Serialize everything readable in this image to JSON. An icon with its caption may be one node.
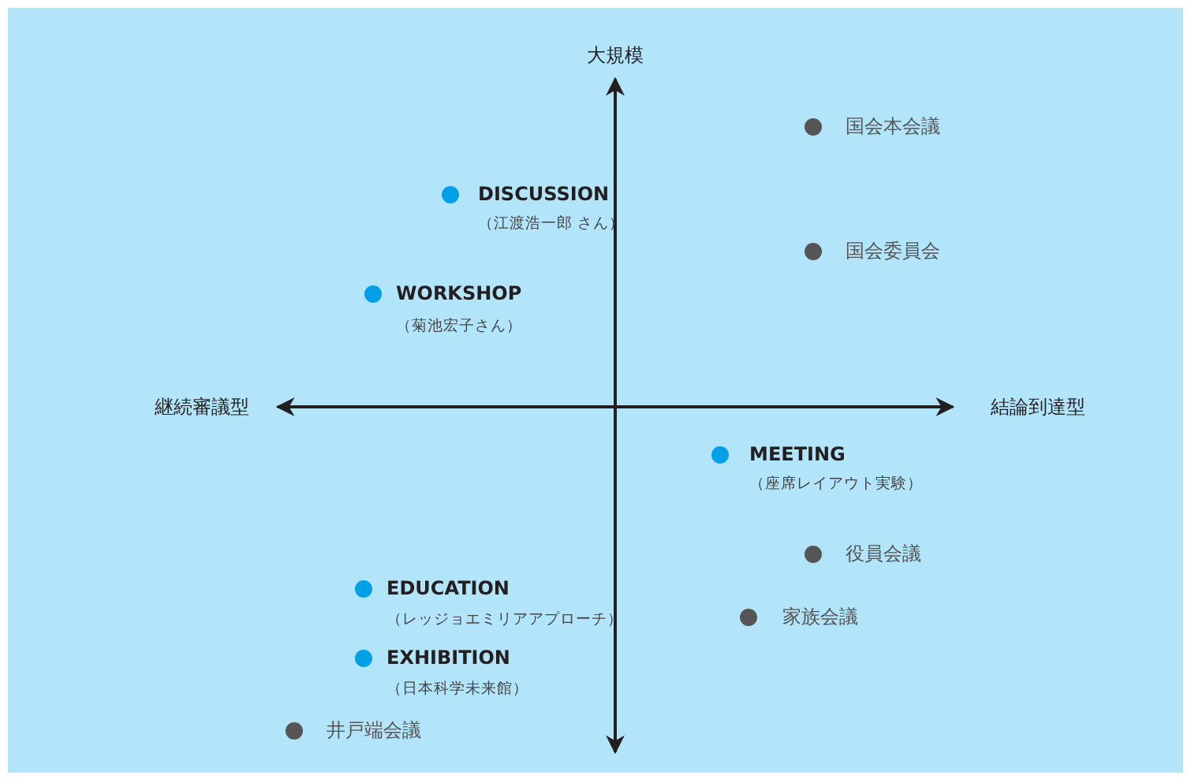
{
  "diagram": {
    "labels": [
      "大規模",
      "国会本会議",
      "DISCUSSION",
      "（江渡浩一郎 さん）",
      "国会委員会",
      "WORKSHOP",
      "（菊池宏子さん）",
      "継続審議型",
      "結論到達型",
      "MEETING",
      "（座席レイアウト実験）",
      "役員会議",
      "EDUCATION",
      "家族会議",
      "（レッジョエミリアアプローチ）",
      "EXHIBITION",
      "（日本科学未来館）",
      "井戸端会議"
    ]
  }
}
